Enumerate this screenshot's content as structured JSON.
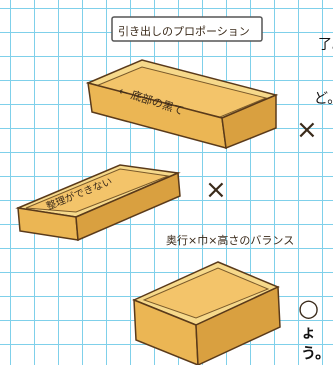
{
  "edge_text": {
    "top_right_1": "了。",
    "top_right_2": "ど。",
    "bottom_right": "ょう。"
  },
  "illustration": {
    "title_label": "引き出しのプロポーション",
    "box1_label": "← 底部の黒て",
    "box2_label": "整理ができない",
    "box3_caption": "奥行×巾×高さのバランス",
    "box1_mark": "×",
    "box2_mark": "×",
    "box3_mark": "○"
  },
  "colors": {
    "grid": "#7fd0ea",
    "wood_top": "#f3cf7a",
    "wood_side": "#e7b45a",
    "outline": "#5a3a1a"
  }
}
